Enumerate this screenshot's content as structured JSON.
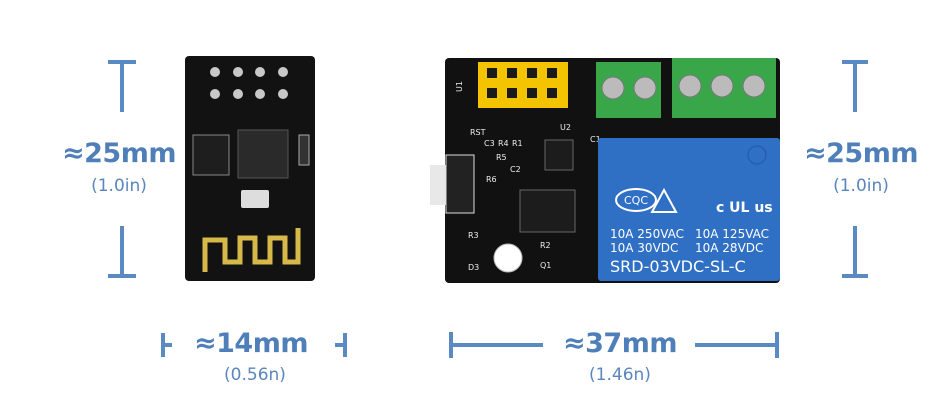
{
  "esp01": {
    "height_label": "≈25mm",
    "height_inch": "(1.0in)",
    "width_label": "≈14mm",
    "width_inch": "(0.56n)"
  },
  "relay_board": {
    "height_label": "≈25mm",
    "height_inch": "(1.0in)",
    "width_label": "≈37mm",
    "width_inch": "(1.46n)",
    "silkscreen": [
      "U1",
      "C3",
      "R4",
      "R1",
      "U2",
      "C1",
      "R5",
      "R6",
      "C2",
      "RST",
      "R3",
      "D3",
      "R2",
      "Q1"
    ],
    "relay": {
      "cert_mark": "CQC",
      "ul_mark": "c UL us",
      "rating_1": "10A 250VAC",
      "rating_2": "10A 30VDC",
      "rating_3": "10A 125VAC",
      "rating_4": "10A 28VDC",
      "model": "SRD-03VDC-SL-C"
    }
  },
  "colors": {
    "annotation": "#4f7fb8",
    "pcb": "#111111",
    "relay": "#2f6fc4",
    "terminal": "#3aa64a",
    "header": "#f5c400"
  }
}
